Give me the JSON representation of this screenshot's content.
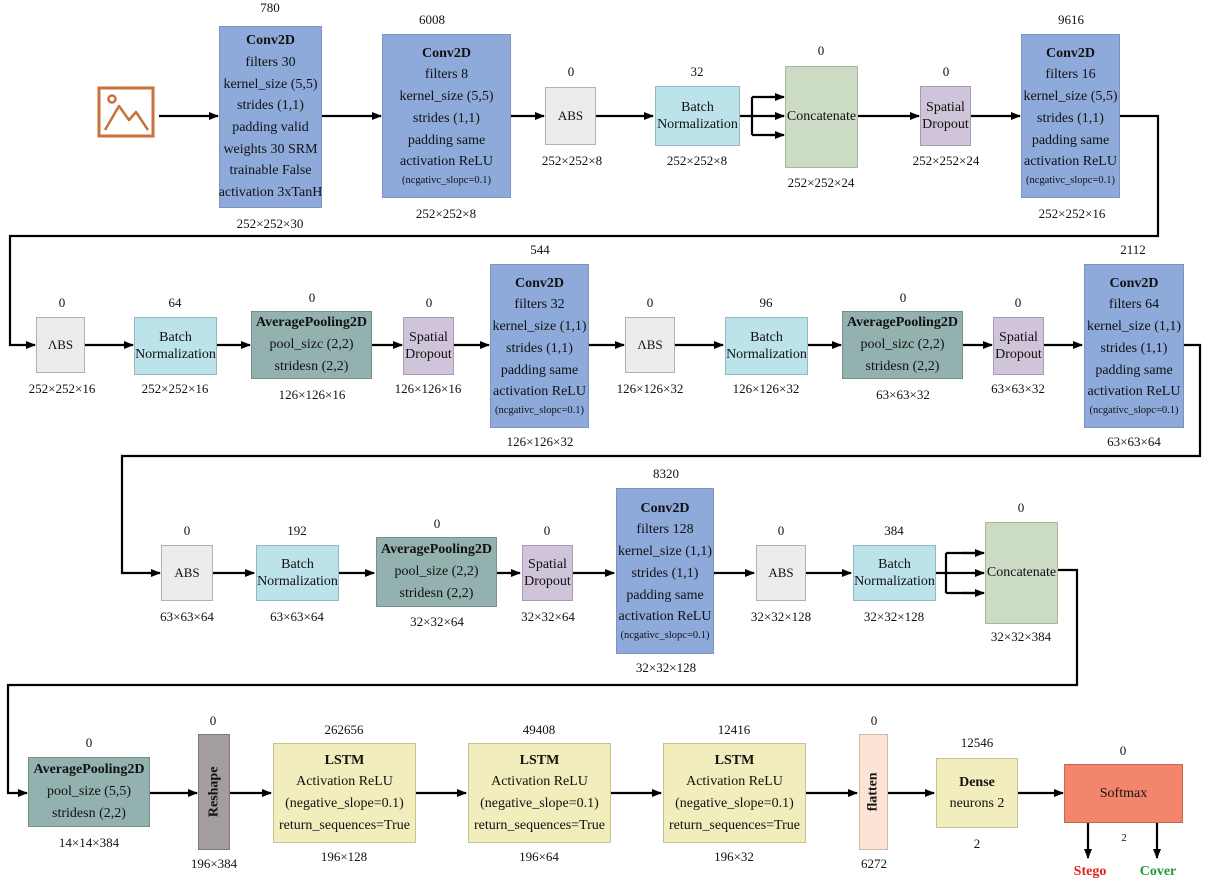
{
  "blocks": {
    "conv1": {
      "lines": [
        "Conv2D",
        "filters 30",
        "kernel_size (5,5)",
        "strides (1,1)",
        "padding valid",
        "weights 30 SRM",
        "trainable False",
        "activation 3xTanH"
      ],
      "params": "780",
      "shape": "252×252×30"
    },
    "conv2": {
      "lines": [
        "Conv2D",
        "filters 8",
        "kernel_size (5,5)",
        "strides (1,1)",
        "padding same",
        "activation ReLU"
      ],
      "note": "(ncgativc_slopc=0.1)",
      "params": "6008",
      "shape": "252×252×8"
    },
    "abs1": {
      "label": "ABS",
      "params": "0",
      "shape": "252×252×8"
    },
    "bn1": {
      "lines": [
        "Batch",
        "Normalization"
      ],
      "params": "32",
      "shape": "252×252×8"
    },
    "concat1": {
      "label": "Concatenate",
      "params": "0",
      "shape": "252×252×24"
    },
    "sd1": {
      "lines": [
        "Spatial",
        "Dropout"
      ],
      "params": "0",
      "shape": "252×252×24"
    },
    "conv3": {
      "lines": [
        "Conv2D",
        "filters 16",
        "kernel_size (5,5)",
        "strides (1,1)",
        "padding same",
        "activation ReLU"
      ],
      "note": "(ncgativc_slopc=0.1)",
      "params": "9616",
      "shape": "252×252×16"
    },
    "abs2": {
      "label": "ΛBS",
      "params": "0",
      "shape": "252×252×16"
    },
    "bn2": {
      "lines": [
        "Batch",
        "Normalization"
      ],
      "params": "64",
      "shape": "252×252×16"
    },
    "pool1": {
      "lines": [
        "AveragePooling2D",
        "pool_sizc (2,2)",
        "stridesn (2,2)"
      ],
      "params": "0",
      "shape": "126×126×16"
    },
    "sd2": {
      "lines": [
        "Spatial",
        "Dropout"
      ],
      "params": "0",
      "shape": "126×126×16"
    },
    "conv4": {
      "lines": [
        "Conv2D",
        "filters 32",
        "kernel_size (1,1)",
        "strides (1,1)",
        "padding same",
        "activation ReLU"
      ],
      "note": "(ncgativc_slopc=0.1)",
      "params": "544",
      "shape": "126×126×32"
    },
    "abs3": {
      "label": "ΛBS",
      "params": "0",
      "shape": "126×126×32"
    },
    "bn3": {
      "lines": [
        "Batch",
        "Normalization"
      ],
      "params": "96",
      "shape": "126×126×32"
    },
    "pool2": {
      "lines": [
        "AveragePooling2D",
        "pool_sizc (2,2)",
        "stridesn (2,2)"
      ],
      "params": "0",
      "shape": "63×63×32"
    },
    "sd3": {
      "lines": [
        "Spatial",
        "Dropout"
      ],
      "params": "0",
      "shape": "63×63×32"
    },
    "conv5": {
      "lines": [
        "Conv2D",
        "filters 64",
        "kernel_size (1,1)",
        "strides (1,1)",
        "padding same",
        "activation ReLU"
      ],
      "note": "(ncgativc_slopc=0.1)",
      "params": "2112",
      "shape": "63×63×64"
    },
    "abs4": {
      "label": "ABS",
      "params": "0",
      "shape": "63×63×64"
    },
    "bn4": {
      "lines": [
        "Batch",
        "Normalization"
      ],
      "params": "192",
      "shape": "63×63×64"
    },
    "pool3": {
      "lines": [
        "AveragePooling2D",
        "pool_size (2,2)",
        "stridesn (2,2)"
      ],
      "params": "0",
      "shape": "32×32×64"
    },
    "sd4": {
      "lines": [
        "Spatial",
        "Dropout"
      ],
      "params": "0",
      "shape": "32×32×64"
    },
    "conv6": {
      "lines": [
        "Conv2D",
        "filters 128",
        "kernel_size (1,1)",
        "strides (1,1)",
        "padding same",
        "activation ReLU"
      ],
      "note": "(ncgativc_slopc=0.1)",
      "params": "8320",
      "shape": "32×32×128"
    },
    "abs5": {
      "label": "ABS",
      "params": "0",
      "shape": "32×32×128"
    },
    "bn5": {
      "lines": [
        "Batch",
        "Normalization"
      ],
      "params": "384",
      "shape": "32×32×128"
    },
    "concat2": {
      "label": "Concatenate",
      "params": "0",
      "shape": "32×32×384"
    },
    "pool4": {
      "lines": [
        "AveragePooling2D",
        "pool_size (5,5)",
        "stridesn (2,2)"
      ],
      "params": "0",
      "shape": "14×14×384"
    },
    "reshape": {
      "label": "Reshape",
      "params": "0",
      "shape": "196×384"
    },
    "lstm1": {
      "lines": [
        "LSTM",
        "Activation ReLU",
        "(negative_slope=0.1)",
        "return_sequences=True"
      ],
      "params": "262656",
      "shape": "196×128"
    },
    "lstm2": {
      "lines": [
        "LSTM",
        "Activation ReLU",
        "(negative_slope=0.1)",
        "return_sequences=True"
      ],
      "params": "49408",
      "shape": "196×64"
    },
    "lstm3": {
      "lines": [
        "LSTM",
        "Activation ReLU",
        "(negative_slope=0.1)",
        "return_sequences=True"
      ],
      "params": "12416",
      "shape": "196×32"
    },
    "flatten": {
      "label": "flatten",
      "params": "0",
      "shape": "6272"
    },
    "dense": {
      "lines": [
        "Dense",
        "neurons 2"
      ],
      "params": "12546",
      "shape": "2"
    },
    "softmax": {
      "label": "Softmax",
      "params": "0",
      "shape": "2"
    }
  },
  "outputs": {
    "stego": "Stego",
    "cover": "Cover"
  },
  "input": {
    "icon": "image-icon"
  },
  "colors": {
    "conv": "#8eaadb",
    "abs": "#ececec",
    "batch_norm": "#bde3ea",
    "concatenate": "#ccdbc4",
    "spatial_dropout": "#cfc4da",
    "average_pooling": "#93b1ae",
    "lstm": "#f1edbc",
    "reshape": "#a39d9d",
    "flatten": "#fde3d6",
    "dense": "#f1edbc",
    "softmax": "#f4856d",
    "stego": "#e0201a",
    "cover": "#1f9a3a",
    "icon": "#c9713a"
  }
}
